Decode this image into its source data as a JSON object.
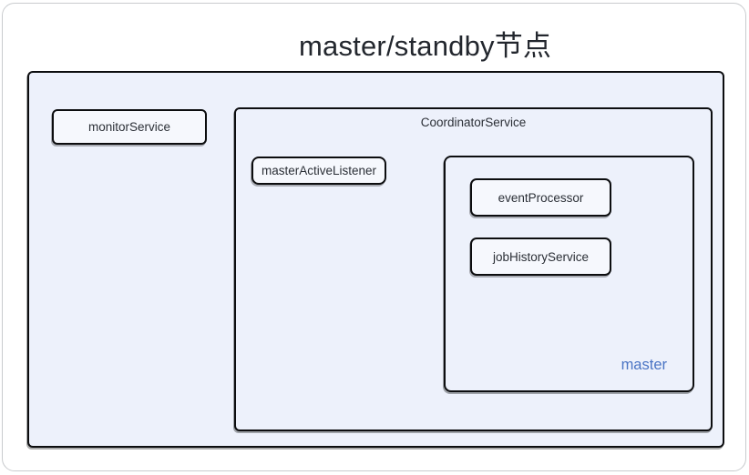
{
  "title": "master/standby节点",
  "boxes": {
    "monitor_service": "monitorService",
    "coordinator_service": "CoordinatorService",
    "master_active_listener": "masterActiveListener",
    "event_processor": "eventProcessor",
    "job_history_service": "jobHistoryService",
    "master_group": "master"
  },
  "colors": {
    "container_fill": "#edf1fb",
    "leaf_fill": "#f6f8fd",
    "box_border": "#0c0d0f",
    "label_text": "#2b2f36",
    "title_text": "#23272e",
    "master_label_text": "#4a74c4",
    "window_border": "#c9cbce"
  }
}
